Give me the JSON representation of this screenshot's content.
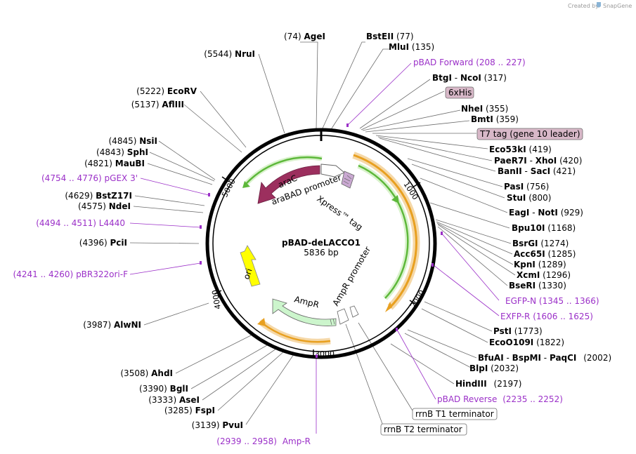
{
  "credit": "Created by",
  "brand": "SnapGene",
  "plasmid": {
    "name": "pBAD-deLACCO1",
    "length": "5836 bp"
  },
  "ticks": [
    "1000",
    "2000",
    "3000",
    "4000",
    "5000"
  ],
  "features": {
    "araC": "araC",
    "araBAD": "araBAD promoter",
    "xpress": "Xpress™ tag",
    "ori": "ori",
    "ampR": "AmpR",
    "ampRprom": "AmpR promoter"
  },
  "boxed": {
    "his": "6xHis",
    "t7": "T7 tag (gene 10 leader)",
    "rrnbT1": "rrnB T1 terminator",
    "rrnbT2": "rrnB T2 terminator"
  },
  "sites": [
    {
      "pos": "(74)",
      "name": "AgeI"
    },
    {
      "name": "BstEII",
      "pos": "(77)"
    },
    {
      "name": "MluI",
      "pos": "(135)"
    },
    {
      "name": "pBAD Forward",
      "pos": "(208 .. 227)"
    },
    {
      "name": "BtgI",
      "sep": "-",
      "name2": "NcoI",
      "pos": "(317)"
    },
    {
      "name": "NheI",
      "pos": "(355)"
    },
    {
      "name": "BmtI",
      "pos": "(359)"
    },
    {
      "name": "Eco53kI",
      "pos": "(419)"
    },
    {
      "name": "PaeR7I",
      "sep": "-",
      "name2": "XhoI",
      "pos": "(420)"
    },
    {
      "name": "BanII",
      "sep": "-",
      "name2": "SacI",
      "pos": "(421)"
    },
    {
      "name": "PasI",
      "pos": "(756)"
    },
    {
      "name": "StuI",
      "pos": "(800)"
    },
    {
      "name": "EagI",
      "sep": "-",
      "name2": "NotI",
      "pos": "(929)"
    },
    {
      "name": "Bpu10I",
      "pos": "(1168)"
    },
    {
      "name": "BsrGI",
      "pos": "(1274)"
    },
    {
      "name": "Acc65I",
      "pos": "(1285)"
    },
    {
      "name": "KpnI",
      "pos": "(1289)"
    },
    {
      "name": "XcmI",
      "pos": "(1296)"
    },
    {
      "name": "BseRI",
      "pos": "(1330)"
    },
    {
      "name": "EGFP-N",
      "pos": "(1345 .. 1366)"
    },
    {
      "name": "EXFP-R",
      "pos": "(1606 .. 1625)"
    },
    {
      "name": "PstI",
      "pos": "(1773)"
    },
    {
      "name": "EcoO109I",
      "pos": "(1822)"
    },
    {
      "name": "BfuAI",
      "sep": "-",
      "name2": "BspMI",
      "sep2": "-",
      "name3": "PaqCI",
      "pos": "(2002)"
    },
    {
      "name": "BlpI",
      "pos": "(2032)"
    },
    {
      "name": "HindIII",
      "pos": "(2197)"
    },
    {
      "name": "pBAD Reverse",
      "pos": "(2235 .. 2252)"
    },
    {
      "pos": "(5544)",
      "name": "NruI"
    },
    {
      "pos": "(5222)",
      "name": "EcoRV"
    },
    {
      "pos": "(5137)",
      "name": "AflIII"
    },
    {
      "pos": "(4845)",
      "name": "NsiI"
    },
    {
      "pos": "(4843)",
      "name": "SphI"
    },
    {
      "pos": "(4821)",
      "name": "MauBI"
    },
    {
      "pos": "(4754 .. 4776)",
      "name": "pGEX 3'"
    },
    {
      "pos": "(4629)",
      "name": "BstZ17I"
    },
    {
      "pos": "(4575)",
      "name": "NdeI"
    },
    {
      "pos": "(4494 .. 4511)",
      "name": "L4440"
    },
    {
      "pos": "(4396)",
      "name": "PciI"
    },
    {
      "pos": "(4241 .. 4260)",
      "name": "pBR322ori-F"
    },
    {
      "pos": "(3987)",
      "name": "AlwNI"
    },
    {
      "pos": "(3508)",
      "name": "AhdI"
    },
    {
      "pos": "(3390)",
      "name": "BglI"
    },
    {
      "pos": "(3333)",
      "name": "AseI"
    },
    {
      "pos": "(3285)",
      "name": "FspI"
    },
    {
      "pos": "(3139)",
      "name": "PvuI"
    },
    {
      "pos": "(2939 .. 2958)",
      "name": "Amp-R"
    }
  ]
}
